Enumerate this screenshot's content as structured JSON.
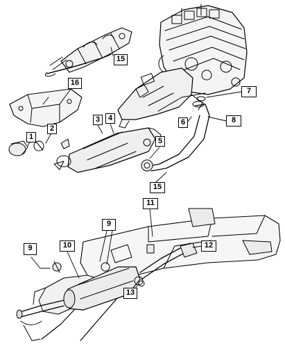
{
  "callouts": {
    "c1": "1",
    "c2": "2",
    "c3": "3",
    "c4": "4",
    "c5": "5",
    "c6": "6",
    "c7": "7",
    "c8": "8",
    "c9a": "9",
    "c9b": "9",
    "c10": "10",
    "c11": "11",
    "c12": "12",
    "c13": "13",
    "c15a": "15",
    "c15b": "15",
    "c16": "16"
  }
}
